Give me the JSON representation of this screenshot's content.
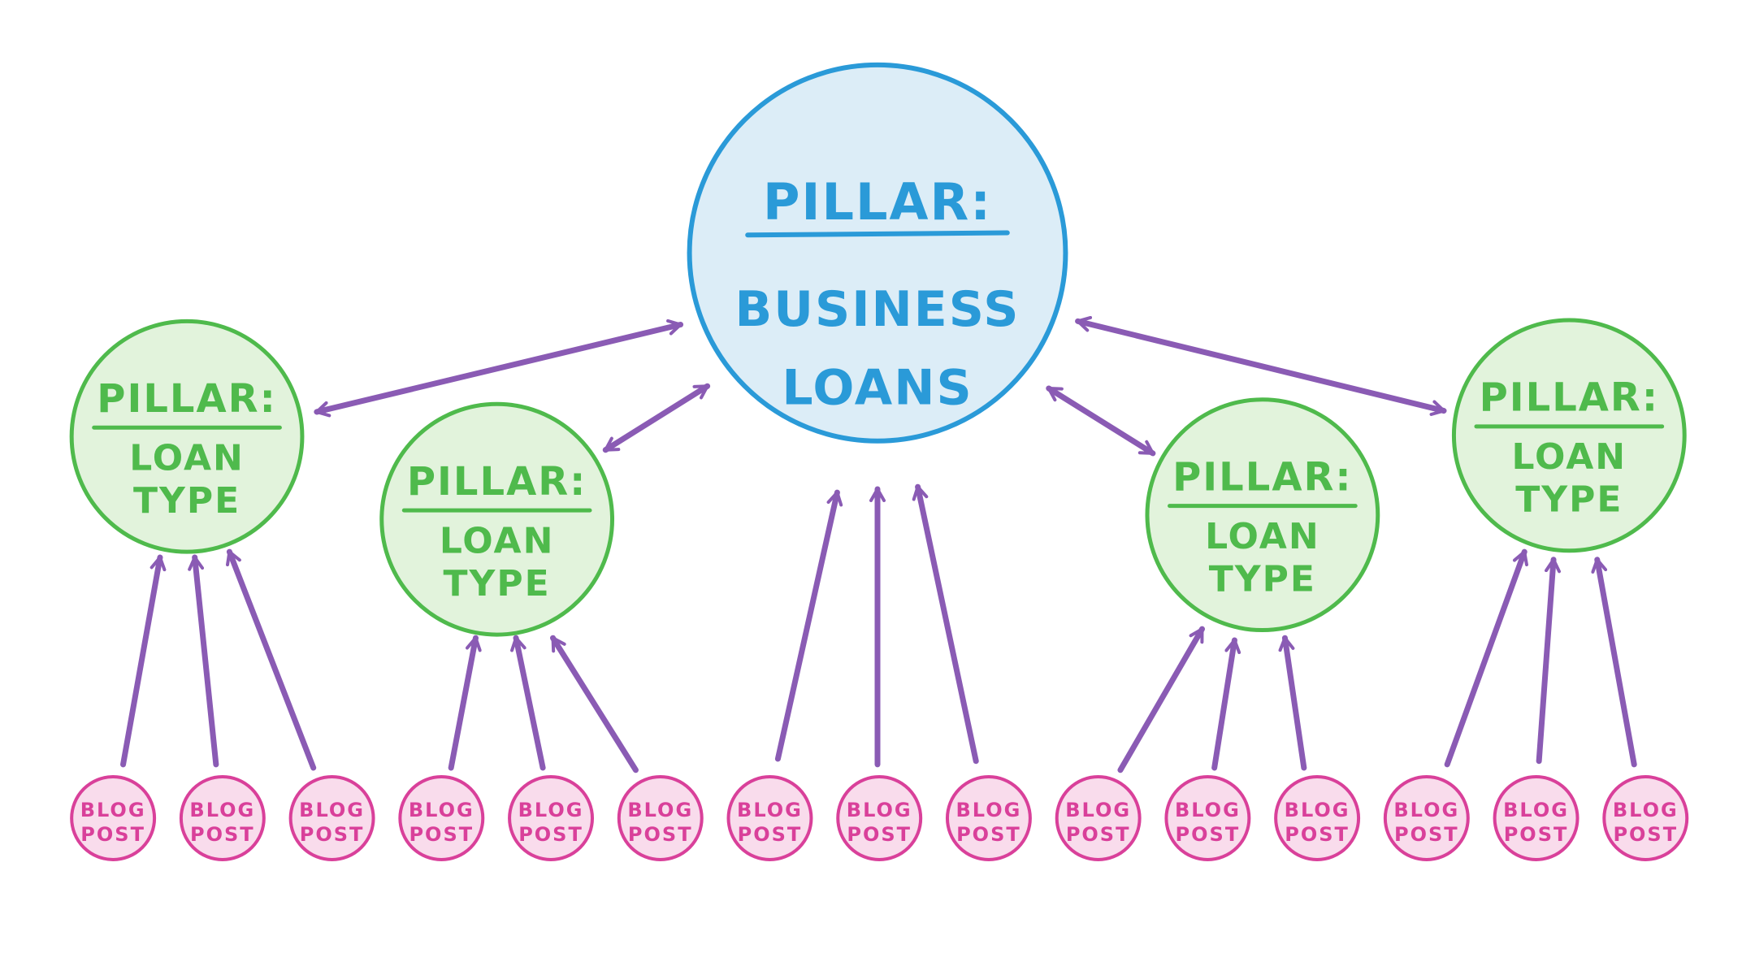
{
  "colors": {
    "main_stroke": "#2a9ad8",
    "main_fill": "#dcedf7",
    "pillar_stroke": "#4fba4c",
    "pillar_fill": "#e2f3dc",
    "blog_stroke": "#d9409a",
    "blog_fill": "#f9dcec",
    "arrow": "#8a5bb4"
  },
  "main_pillar": {
    "title": "PILLAR:",
    "line1": "BUSINESS",
    "line2": "LOANS"
  },
  "pillars": [
    {
      "title": "PILLAR:",
      "line1": "LOAN",
      "line2": "TYPE"
    },
    {
      "title": "PILLAR:",
      "line1": "LOAN",
      "line2": "TYPE"
    },
    {
      "title": "PILLAR:",
      "line1": "LOAN",
      "line2": "TYPE"
    },
    {
      "title": "PILLAR:",
      "line1": "LOAN",
      "line2": "TYPE"
    }
  ],
  "blog_posts": [
    {
      "line1": "BLOG",
      "line2": "POST"
    },
    {
      "line1": "BLOG",
      "line2": "POST"
    },
    {
      "line1": "BLOG",
      "line2": "POST"
    },
    {
      "line1": "BLOG",
      "line2": "POST"
    },
    {
      "line1": "BLOG",
      "line2": "POST"
    },
    {
      "line1": "BLOG",
      "line2": "POST"
    },
    {
      "line1": "BLOG",
      "line2": "POST"
    },
    {
      "line1": "BLOG",
      "line2": "POST"
    },
    {
      "line1": "BLOG",
      "line2": "POST"
    },
    {
      "line1": "BLOG",
      "line2": "POST"
    },
    {
      "line1": "BLOG",
      "line2": "POST"
    },
    {
      "line1": "BLOG",
      "line2": "POST"
    },
    {
      "line1": "BLOG",
      "line2": "POST"
    },
    {
      "line1": "BLOG",
      "line2": "POST"
    },
    {
      "line1": "BLOG",
      "line2": "POST"
    }
  ]
}
